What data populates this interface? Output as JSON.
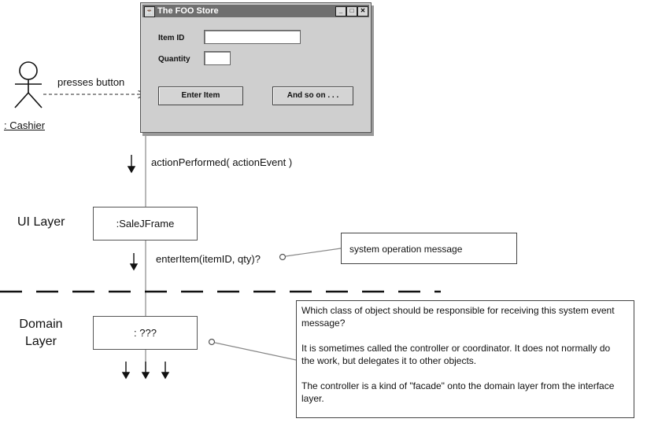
{
  "window": {
    "title": "The FOO Store",
    "controls": [
      "_",
      "□",
      "✕"
    ],
    "fields": [
      {
        "label": "Item ID",
        "value": ""
      },
      {
        "label": "Quantity",
        "value": ""
      }
    ],
    "buttons": [
      "Enter Item",
      "And so on . . ."
    ]
  },
  "actor": {
    "name": ": Cashier",
    "action_label": "presses button"
  },
  "messages": {
    "action_performed": "actionPerformed( actionEvent )",
    "enter_item": "enterItem(itemID, qty)?"
  },
  "layers": {
    "ui": "UI Layer",
    "domain_line1": "Domain",
    "domain_line2": "Layer"
  },
  "objects": {
    "sale_frame": ":SaleJFrame",
    "controller": ": ???"
  },
  "notes": {
    "system_op": "system operation message",
    "controller_q": [
      "Which class of object should be responsible for receiving this system event message?",
      "It is sometimes called the controller or coordinator. It does not normally do the work, but delegates it to other objects.",
      "The controller is a kind of \"facade\" onto the domain layer from the interface layer."
    ]
  }
}
